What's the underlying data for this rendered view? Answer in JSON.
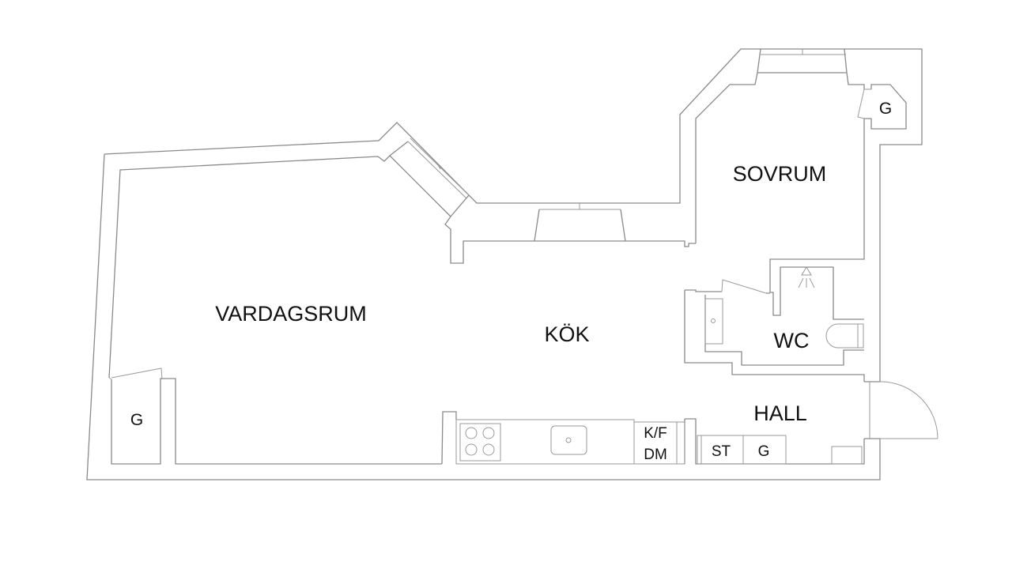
{
  "rooms": {
    "vardagsrum": "VARDAGSRUM",
    "kok": "KÖK",
    "sovrum": "SOVRUM",
    "wc": "WC",
    "hall": "HALL"
  },
  "storage": {
    "closet_living": "G",
    "closet_bedroom": "G",
    "hall_st": "ST",
    "hall_g": "G"
  },
  "appliances": {
    "fridge_freezer": "K/F",
    "dishwasher": "DM"
  },
  "colors": {
    "wall_line": "#8a8a8a",
    "label": "#111111",
    "background": "#ffffff"
  }
}
